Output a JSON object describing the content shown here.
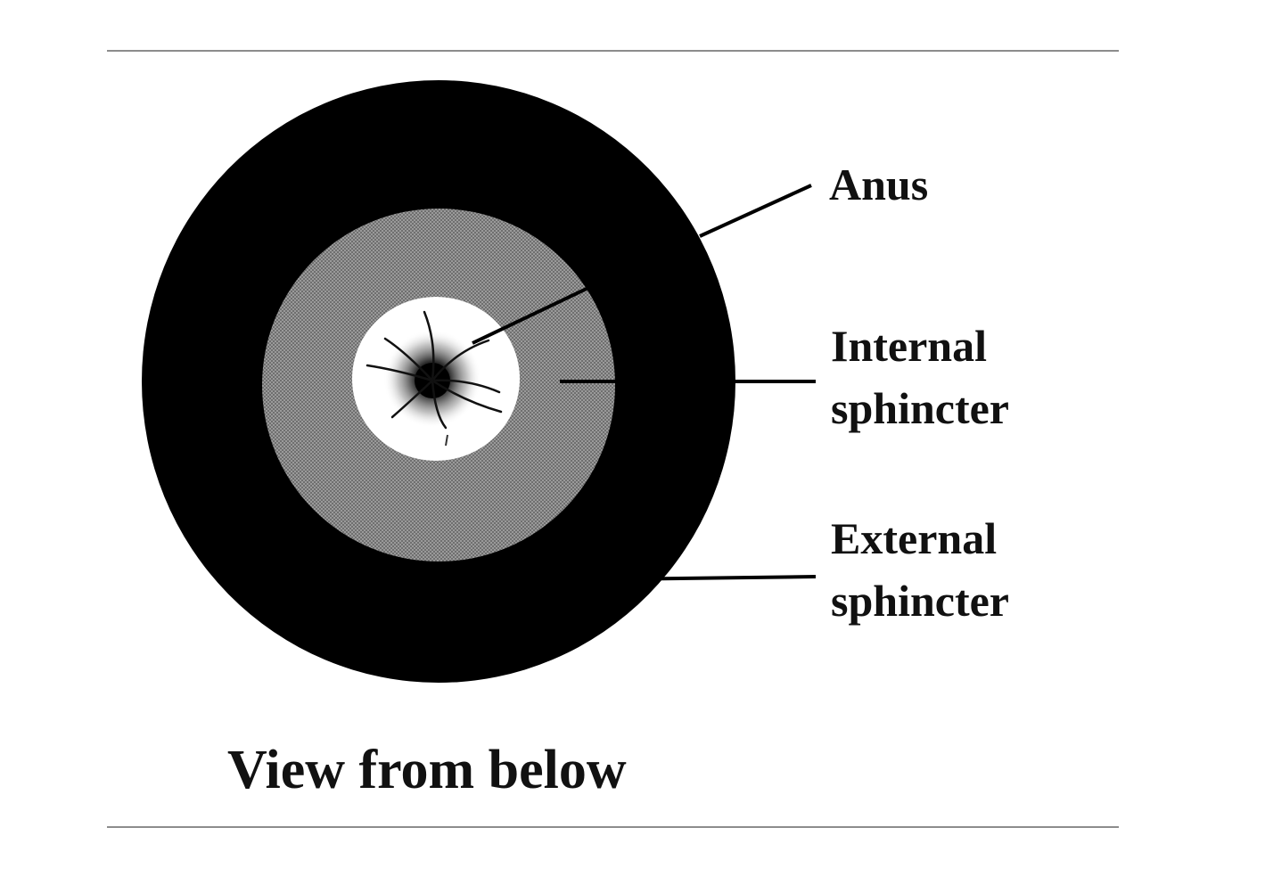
{
  "diagram": {
    "labels": {
      "anus": "Anus",
      "internal_line1": "Internal",
      "internal_line2": "sphincter",
      "external_line1": "External",
      "external_line2": "sphincter"
    },
    "caption": "View from below"
  },
  "colors": {
    "external_sphincter": "#000000",
    "internal_sphincter": "#8a8a8a",
    "anal_opening": "#ffffff",
    "center": "#111111",
    "rule": "#8c8c8c"
  }
}
